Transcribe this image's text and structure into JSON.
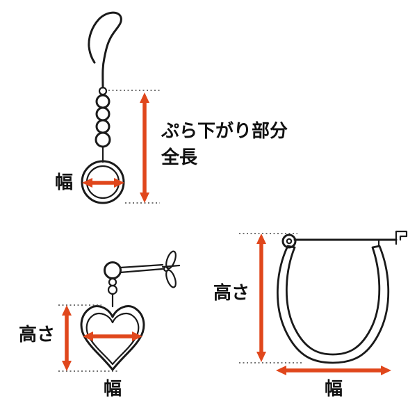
{
  "colors": {
    "accent": "#e0471c",
    "line": "#1a1a1a",
    "guide": "#444444",
    "background": "#ffffff"
  },
  "figures": {
    "hook_earring": {
      "icon": "hook-earring-with-beads-and-ring-charm",
      "width_label": "幅",
      "dangle_label_line1": "ぷら下がり部分",
      "dangle_label_line2": "全長"
    },
    "heart_stud_earring": {
      "icon": "stud-earring-with-heart-charm",
      "height_label": "高さ",
      "width_label": "幅"
    },
    "hoop_earring": {
      "icon": "hoop-earring-with-latch-pin",
      "height_label": "高さ",
      "width_label": "幅"
    }
  }
}
